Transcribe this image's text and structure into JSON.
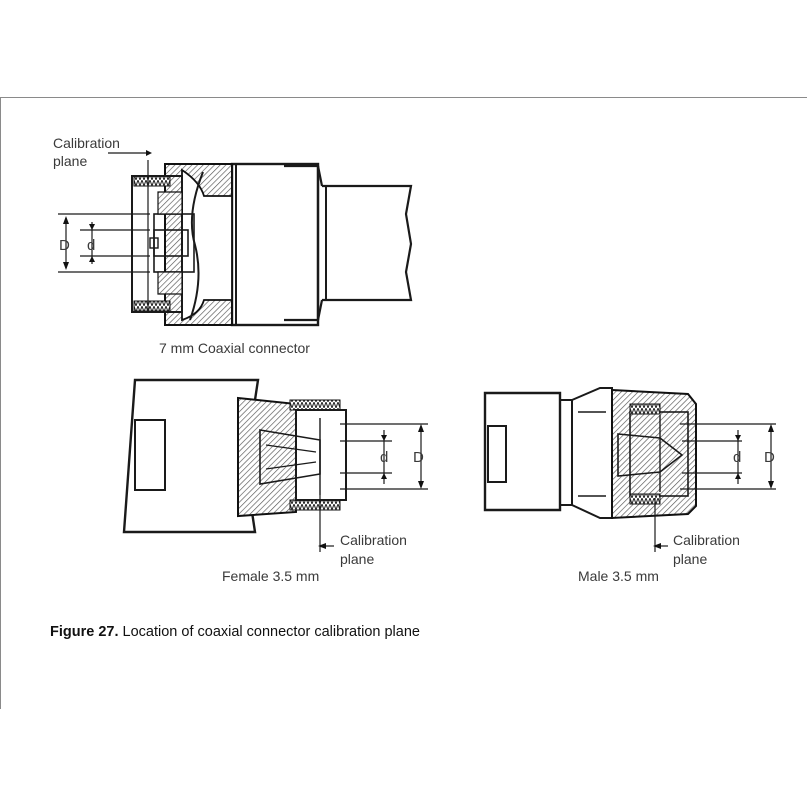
{
  "figure": {
    "number_label": "Figure 27.",
    "caption": "Location of coaxial connector calibration plane"
  },
  "labels": {
    "calibration_plane_line1": "Calibration",
    "calibration_plane_line2": "plane",
    "dim_D": "D",
    "dim_d": "d",
    "connector_7mm": "7 mm Coaxial  connector",
    "connector_female": "Female 3.5 mm",
    "connector_male": "Male 3.5 mm"
  }
}
